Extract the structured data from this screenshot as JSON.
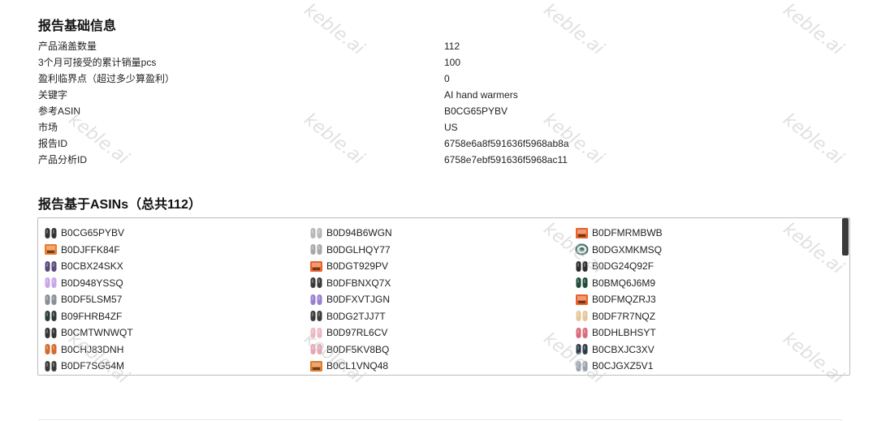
{
  "report_info": {
    "title": "报告基础信息",
    "rows": [
      {
        "label": "产品涵盖数量",
        "value": "112"
      },
      {
        "label": "3个月可接受的累计销量pcs",
        "value": "100"
      },
      {
        "label": "盈利临界点（超过多少算盈利）",
        "value": "0"
      },
      {
        "label": "关键字",
        "value": "AI hand warmers"
      },
      {
        "label": "参考ASIN",
        "value": "B0CG65PYBV"
      },
      {
        "label": "市场",
        "value": "US"
      },
      {
        "label": "报告ID",
        "value": "6758e6a8f591636f5968ab8a"
      },
      {
        "label": "产品分析ID",
        "value": "6758e7ebf591636f5968ac11"
      }
    ]
  },
  "asin_section": {
    "title": "报告基于ASINs（总共112）",
    "items": [
      {
        "asin": "B0CG65PYBV",
        "icon": "pair-dark-product-thumb",
        "color": "#333333"
      },
      {
        "asin": "B0D94B6WGN",
        "icon": "pair-silver-product-thumb",
        "color": "#b8b8b8"
      },
      {
        "asin": "B0DFMRMBWB",
        "icon": "box-orange-product-thumb",
        "color": "#e8632a"
      },
      {
        "asin": "B0DJFFK84F",
        "icon": "box-orange-product-thumb",
        "color": "#e97b2b"
      },
      {
        "asin": "B0DGLHQY77",
        "icon": "pair-silver-product-thumb",
        "color": "#a9a9a9"
      },
      {
        "asin": "B0DGXMKMSQ",
        "icon": "round-teal-product-thumb",
        "color": "#3c6f6a"
      },
      {
        "asin": "B0CBX24SKX",
        "icon": "pair-purple-product-thumb",
        "color": "#5a4a7a"
      },
      {
        "asin": "B0DGT929PV",
        "icon": "box-orange-product-thumb",
        "color": "#e8632a"
      },
      {
        "asin": "B0DG24Q92F",
        "icon": "pair-dark-product-thumb",
        "color": "#2d2d2d"
      },
      {
        "asin": "B0D948YSSQ",
        "icon": "pair-lilac-product-thumb",
        "color": "#c9a6e8"
      },
      {
        "asin": "B0DFBNXQ7X",
        "icon": "pair-dark-product-thumb",
        "color": "#3a3a3a"
      },
      {
        "asin": "B0BMQ6J6M9",
        "icon": "pair-green-product-thumb",
        "color": "#1f4d3a"
      },
      {
        "asin": "B0DF5LSM57",
        "icon": "pair-silver-product-thumb",
        "color": "#8a8f96"
      },
      {
        "asin": "B0DFXVTJGN",
        "icon": "pair-purple-product-thumb",
        "color": "#9a7fd1"
      },
      {
        "asin": "B0DFMQZRJ3",
        "icon": "box-orange-product-thumb",
        "color": "#e8632a"
      },
      {
        "asin": "B09FHRB4ZF",
        "icon": "pair-dark-product-thumb",
        "color": "#2b3a3a"
      },
      {
        "asin": "B0DG2TJJ7T",
        "icon": "pair-dark-product-thumb",
        "color": "#3b3b3b"
      },
      {
        "asin": "B0DF7R7NQZ",
        "icon": "pair-cream-product-thumb",
        "color": "#e4c79a"
      },
      {
        "asin": "B0CMTWNWQT",
        "icon": "pair-dark-product-thumb",
        "color": "#333333"
      },
      {
        "asin": "B0D97RL6CV",
        "icon": "pair-pink-product-thumb",
        "color": "#f0b7c4"
      },
      {
        "asin": "B0DHLBHSYT",
        "icon": "pair-pink-product-thumb",
        "color": "#d96a7a"
      },
      {
        "asin": "B0CHJ83DNH",
        "icon": "pair-orange-product-thumb",
        "color": "#d46a2a"
      },
      {
        "asin": "B0DF5KV8BQ",
        "icon": "pair-pink-product-thumb",
        "color": "#e8a6b5"
      },
      {
        "asin": "B0CBXJC3XV",
        "icon": "pair-dark-product-thumb",
        "color": "#2f3b4a"
      },
      {
        "asin": "B0DF7SG54M",
        "icon": "pair-dark-product-thumb",
        "color": "#3a3a3a"
      },
      {
        "asin": "B0CL1VNQ48",
        "icon": "box-orange-product-thumb",
        "color": "#e07a2a"
      },
      {
        "asin": "B0CJGXZ5V1",
        "icon": "pair-silver-product-thumb",
        "color": "#9aa3ad"
      }
    ]
  },
  "watermark": {
    "text": "keble.ai"
  }
}
